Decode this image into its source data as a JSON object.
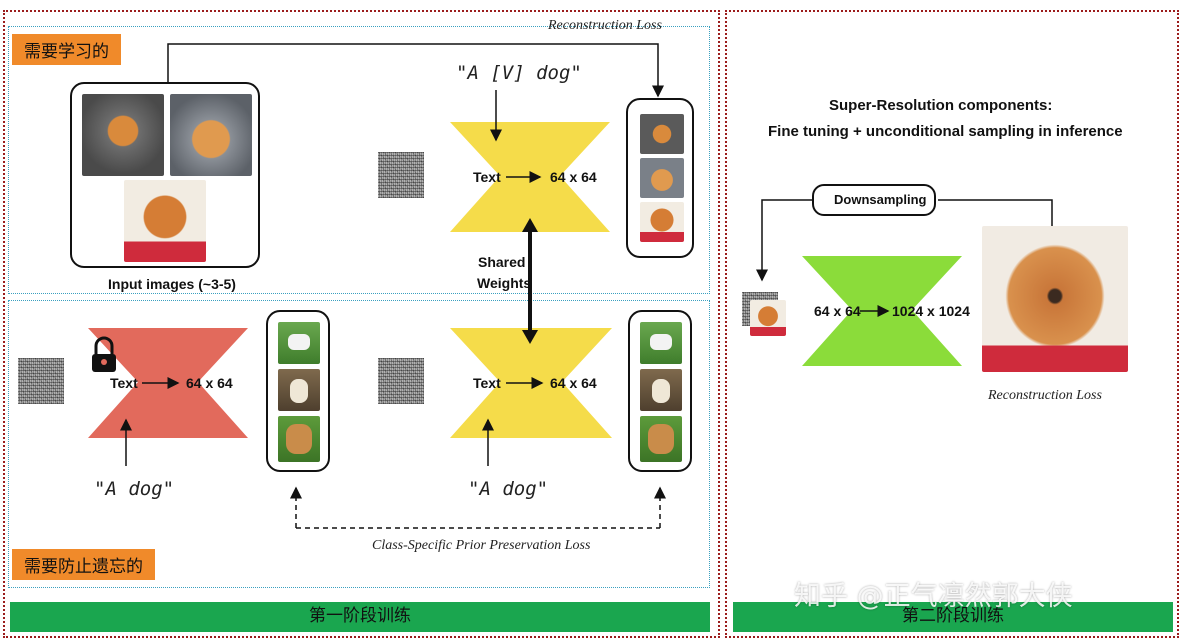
{
  "stage1": {
    "learn_tag": "需要学习的",
    "forget_tag": "需要防止遗忘的",
    "bar_label": "第一阶段训练",
    "reconstruction_loss": "Reconstruction Loss",
    "input_images_caption": "Input images (~3-5)",
    "prompt_v": "\"A [V] dog\"",
    "prompt_dog_left": "\"A dog\"",
    "prompt_dog_right": "\"A dog\"",
    "shared_weights_line1": "Shared",
    "shared_weights_line2": "Weights",
    "prior_loss": "Class-Specific Prior Preservation Loss",
    "model_top": {
      "text": "Text",
      "size": "64 x 64"
    },
    "model_frozen": {
      "text": "Text",
      "size": "64 x 64"
    },
    "model_bottom": {
      "text": "Text",
      "size": "64 x 64"
    }
  },
  "stage2": {
    "title_line1": "Super-Resolution components:",
    "title_line2": "Fine tuning + unconditional sampling in inference",
    "downsampling": "Downsampling",
    "model": {
      "from": "64 x 64",
      "to": "1024 x 1024"
    },
    "reconstruction_loss": "Reconstruction Loss",
    "bar_label": "第二阶段训练",
    "watermark": "知乎 @正气凛然郭大侠"
  },
  "colors": {
    "yellow_model": "#f5dc4a",
    "red_model": "#e26a5c",
    "green_model": "#8bdc3a",
    "orange_tag": "#f08a2a",
    "green_bar": "#1aa64f",
    "outer_border": "#9b1c1c",
    "inner_border": "#3aa0c0"
  }
}
